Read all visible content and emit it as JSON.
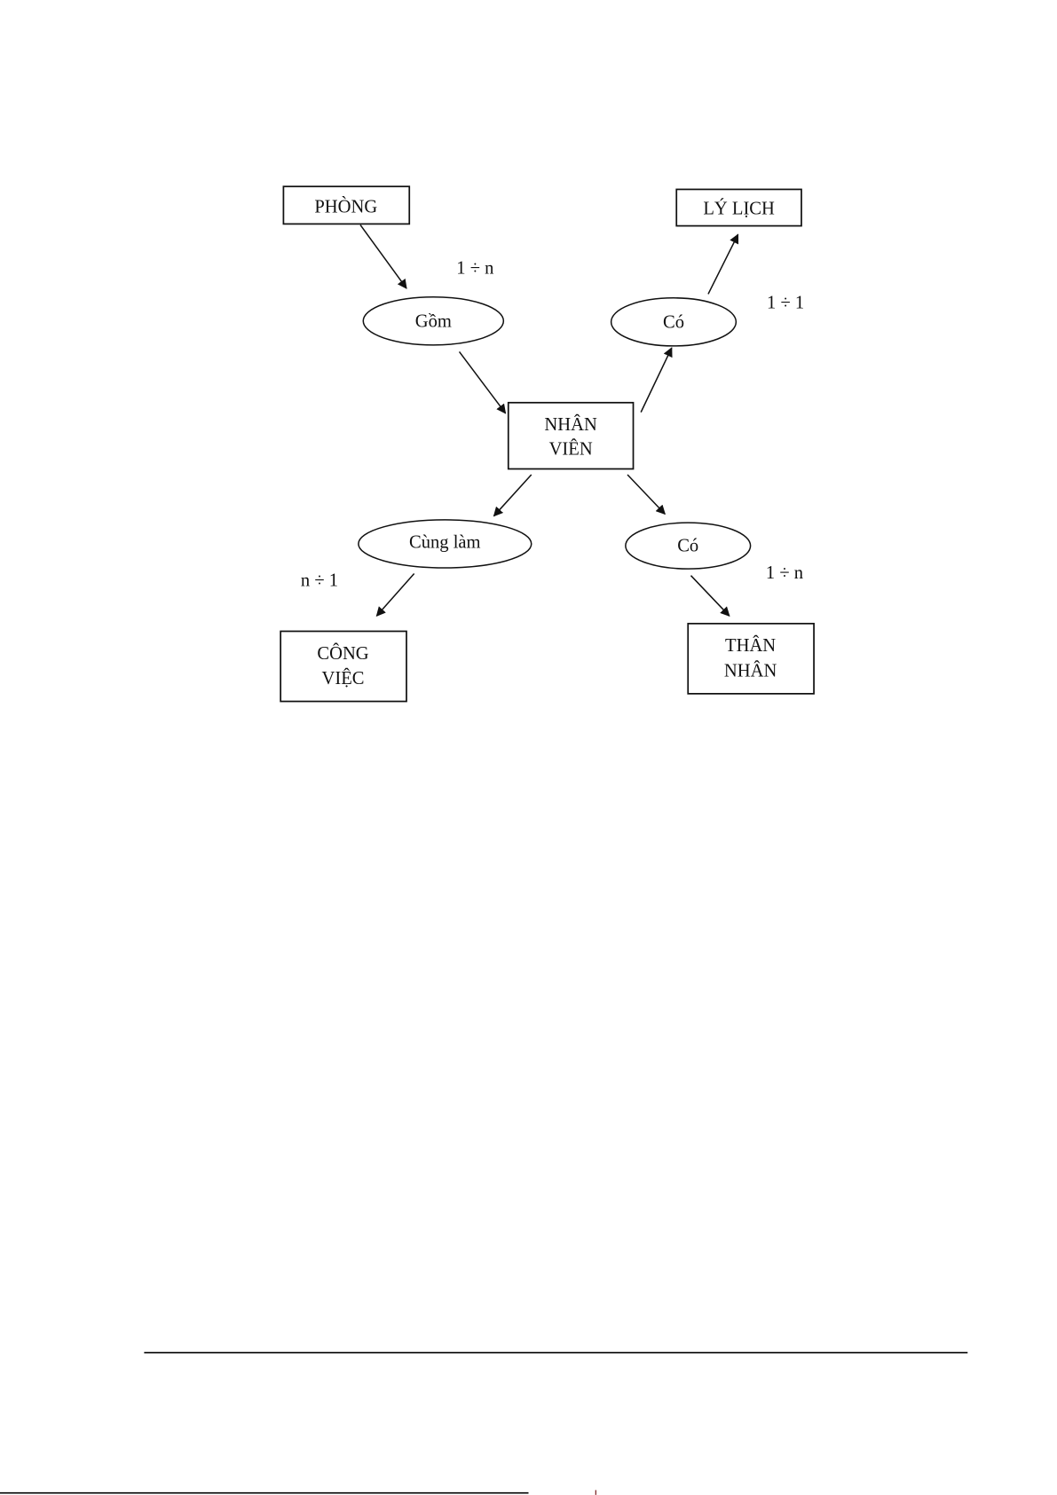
{
  "diagram": {
    "entities": {
      "phong": [
        "PHÒNG"
      ],
      "ly_lich": [
        "LÝ LỊCH"
      ],
      "nhan_vien": [
        "NHÂN",
        "VIÊN"
      ],
      "cong_viec": [
        "CÔNG",
        "VIỆC"
      ],
      "than_nhan": [
        "THÂN",
        "NHÂN"
      ]
    },
    "relationships": {
      "gom": "Gồm",
      "co_ly_lich": "Có",
      "cung_lam": "Cùng làm",
      "co_than_nhan": "Có"
    },
    "cardinalities": {
      "gom": "1 ÷ n",
      "co_ly_lich": "1 ÷ 1",
      "cung_lam": "n ÷ 1",
      "co_than_nhan": "1 ÷ n"
    }
  }
}
